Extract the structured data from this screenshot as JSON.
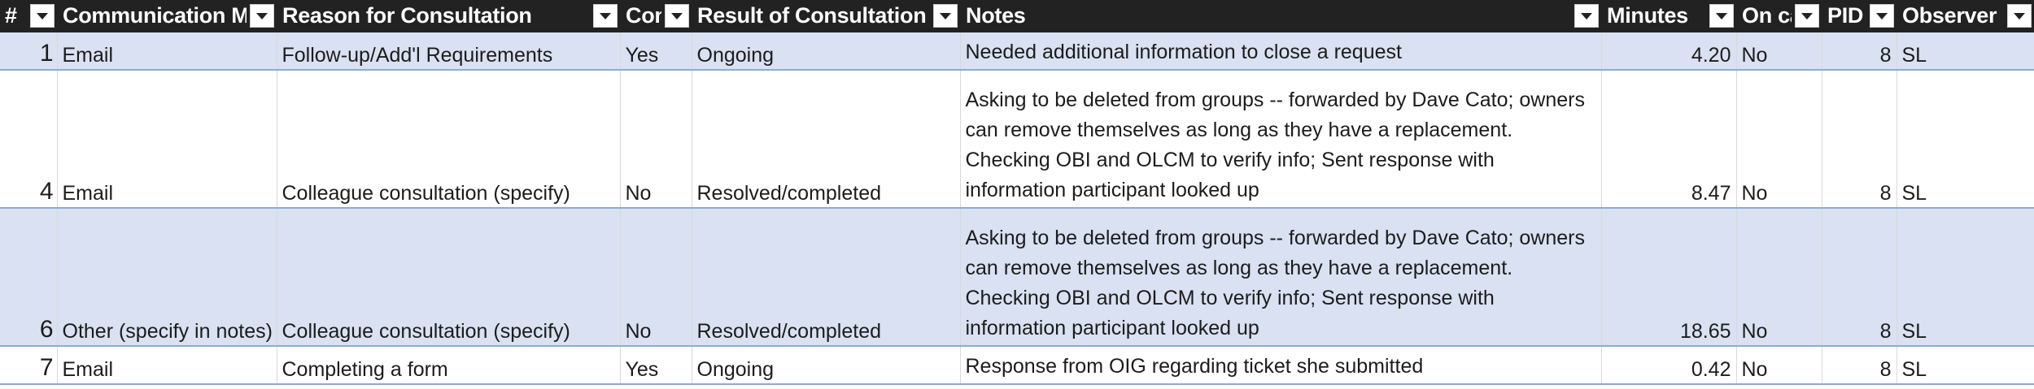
{
  "table": {
    "headers": [
      "#",
      "Communication Method",
      "Reason for Consultation",
      "Contact",
      "Result of Consultation",
      "Notes",
      "Minutes",
      "On call",
      "PID",
      "Observer"
    ],
    "rows": [
      {
        "num": "1",
        "method": "Email",
        "reason": "Follow-up/Add'l Requirements",
        "contact": "Yes",
        "result": "Ongoing",
        "notes": "Needed additional information to close a request",
        "minutes": "4.20",
        "oncall": "No",
        "pid": "8",
        "observer": "SL"
      },
      {
        "num": "4",
        "method": "Email",
        "reason": "Colleague consultation (specify)",
        "contact": "No",
        "result": "Resolved/completed",
        "notes": "Asking to be deleted from groups -- forwarded by Dave Cato; owners can remove themselves as long as they have a replacement. Checking OBI and OLCM to verify info; Sent response with information participant looked up",
        "minutes": "8.47",
        "oncall": "No",
        "pid": "8",
        "observer": "SL"
      },
      {
        "num": "6",
        "method": "Other (specify in notes)",
        "reason": "Colleague consultation (specify)",
        "contact": "No",
        "result": "Resolved/completed",
        "notes": "Asking to be deleted from groups -- forwarded by Dave Cato; owners can remove themselves as long as they have a replacement. Checking OBI and OLCM to verify info; Sent response with information participant looked up",
        "minutes": "18.65",
        "oncall": "No",
        "pid": "8",
        "observer": "SL"
      },
      {
        "num": "7",
        "method": "Email",
        "reason": "Completing a form",
        "contact": "Yes",
        "result": "Ongoing",
        "notes": "Response from OIG regarding ticket she submitted",
        "minutes": "0.42",
        "oncall": "No",
        "pid": "8",
        "observer": "SL"
      }
    ]
  },
  "colors": {
    "header_bg": "#222222",
    "header_text": "#ffffff",
    "band_row": "#d9e1f2",
    "row_border": "#8ea9db"
  }
}
